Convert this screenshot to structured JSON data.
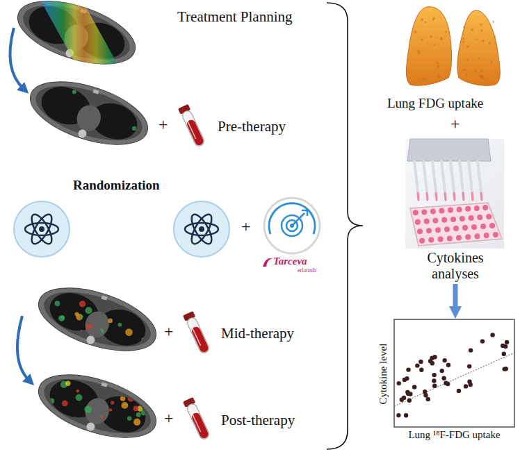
{
  "diagram": {
    "nodes": [
      {
        "text": [
          "Cytokines analyses"
        ]
      },
      {
        "text": [
          "Cytokine level",
          "Lung ¹⁸F-FDG uptake"
        ]
      }
    ],
    "edges": [
      {
        "from": 0,
        "to": 1,
        "arrow": "to"
      }
    ],
    "labels": [
      "Treatment Planning",
      "+",
      "Pre-therapy",
      "Randomization",
      "+",
      "Tarceva",
      "erlotinib",
      "+",
      "Mid-therapy",
      "+",
      "Post-therapy",
      "Lung FDG uptake",
      "+"
    ]
  }
}
